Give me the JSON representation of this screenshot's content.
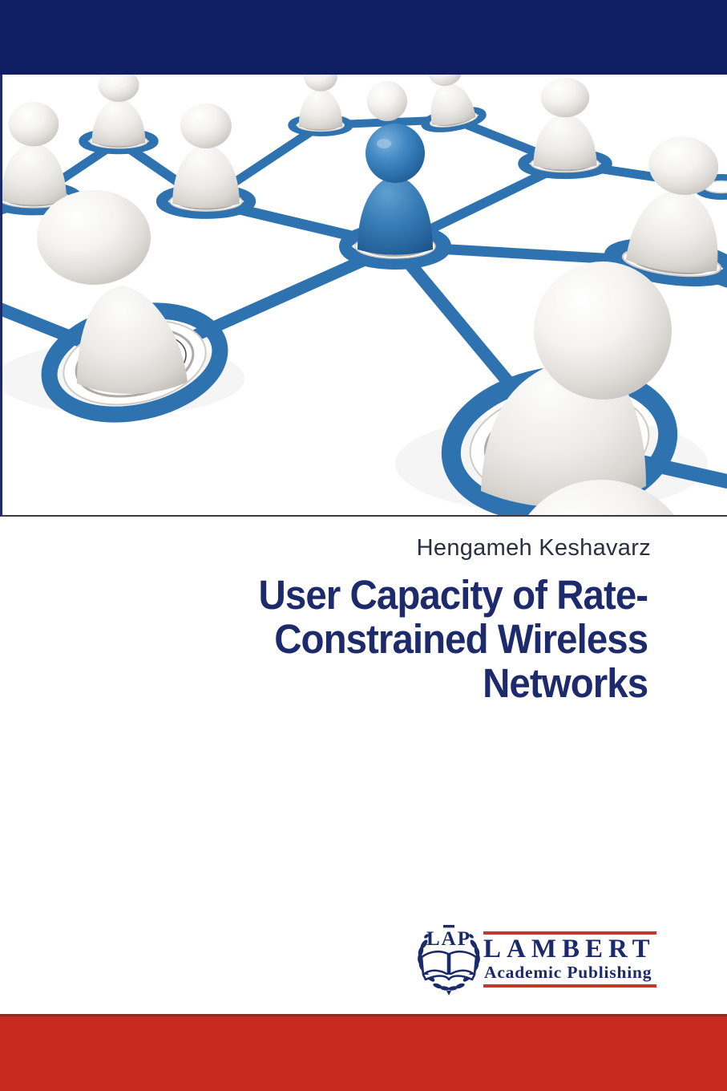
{
  "cover": {
    "author": "Hengameh Keshavarz",
    "title_lines": [
      "User Capacity of Rate-",
      "Constrained Wireless",
      "Networks"
    ]
  },
  "publisher": {
    "emblem_text": "LAP",
    "name": "LAMBERT",
    "subtitle": "Academic Publishing"
  },
  "colors": {
    "top_bar": "#0f1e62",
    "bottom_bar": "#c8291e",
    "bottom_bar_edge": "#8d2b25",
    "title_text": "#1d2a6b",
    "author_text": "#2a3042",
    "network_blue": "#2e72af",
    "logo_navy": "#1b2a6b",
    "logo_red": "#bf3a2b"
  }
}
